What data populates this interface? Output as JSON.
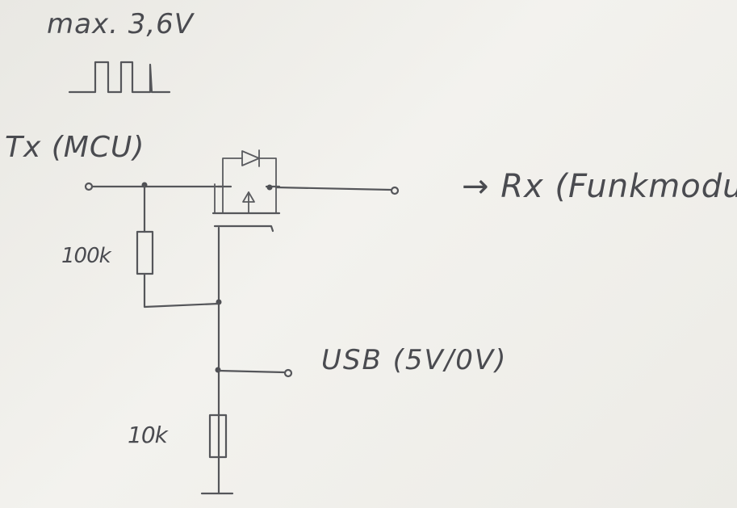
{
  "diagram": {
    "max_voltage_label": "max. 3,6V",
    "input_label": "Tx (MCU)",
    "output_arrow": "→",
    "output_label": "Rx (Funkmodul)",
    "usb_label": "USB (5V/0V)",
    "resistor_top_label": "100k",
    "resistor_bottom_label": "10k"
  },
  "colors": {
    "paper": "#efeeea",
    "pencil": "#55565a"
  }
}
